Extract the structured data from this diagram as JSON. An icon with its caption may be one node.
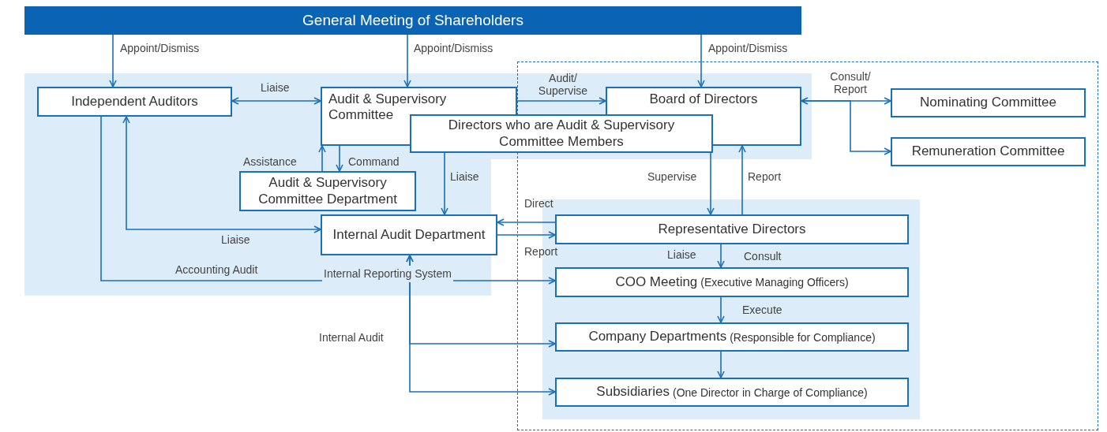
{
  "diagram": {
    "nodes": [
      {
        "text": [
          "General Meeting of Shareholders"
        ]
      },
      {
        "text": [
          "Independent Auditors"
        ]
      },
      {
        "text": [
          "Audit & Supervisory Committee"
        ]
      },
      {
        "text": [
          "Board of Directors"
        ]
      },
      {
        "text": [
          "Directors who are Audit & Supervisory Committee Members"
        ]
      },
      {
        "text": [
          "Nominating Committee"
        ]
      },
      {
        "text": [
          "Remuneration Committee"
        ]
      },
      {
        "text": [
          "Audit & Supervisory Committee Department"
        ]
      },
      {
        "text": [
          "Internal Audit Department"
        ]
      },
      {
        "text": [
          "Representative Directors"
        ]
      },
      {
        "text": [
          "COO Meeting",
          "(Executive Managing Officers)"
        ]
      },
      {
        "text": [
          "Company Departments",
          "(Responsible for Compliance)"
        ]
      },
      {
        "text": [
          "Subsidiaries",
          "(One Director in Charge of Compliance)"
        ]
      }
    ],
    "edges": [
      {
        "from": 0,
        "to": 1,
        "arrow": "to",
        "label": "Appoint/Dismiss"
      },
      {
        "from": 0,
        "to": 2,
        "arrow": "to",
        "label": "Appoint/Dismiss"
      },
      {
        "from": 0,
        "to": 3,
        "arrow": "to",
        "label": "Appoint/Dismiss"
      },
      {
        "from": 1,
        "to": 2,
        "arrow": "both",
        "label": "Liaise"
      },
      {
        "from": 2,
        "to": 3,
        "arrow": "to",
        "label": "Audit/ Supervise"
      },
      {
        "from": 3,
        "to": 5,
        "arrow": "both",
        "label": "Consult/ Report"
      },
      {
        "from": 3,
        "to": 6,
        "arrow": "to"
      },
      {
        "from": 7,
        "to": 2,
        "arrow": "to",
        "label": "Assistance"
      },
      {
        "from": 2,
        "to": 7,
        "arrow": "to",
        "label": "Command"
      },
      {
        "from": 4,
        "to": 8,
        "arrow": "to",
        "label": "Liaise"
      },
      {
        "from": 8,
        "to": 1,
        "arrow": "both",
        "label": "Liaise"
      },
      {
        "from": 4,
        "to": 9,
        "arrow": "to",
        "label": "Supervise"
      },
      {
        "from": 9,
        "to": 3,
        "arrow": "to",
        "label": "Report"
      },
      {
        "from": 9,
        "to": 8,
        "arrow": "to",
        "label": "Direct"
      },
      {
        "from": 8,
        "to": 9,
        "arrow": "to",
        "label": "Report"
      },
      {
        "from": 9,
        "to": 10,
        "arrow": "to",
        "label": "Liaise"
      },
      {
        "from": 1,
        "to": 10,
        "arrow": "to",
        "label": "Accounting Audit"
      },
      {
        "from": 8,
        "to": 11,
        "arrow": "both",
        "label": "Internal Audit"
      },
      {
        "from": 8,
        "to": 12,
        "arrow": "both"
      },
      {
        "from": 10,
        "to": 11,
        "arrow": "to",
        "label": "Execute"
      },
      {
        "from": 11,
        "to": 12,
        "arrow": "to"
      }
    ],
    "labels": [
      "Consult",
      "Internal Reporting System"
    ]
  }
}
